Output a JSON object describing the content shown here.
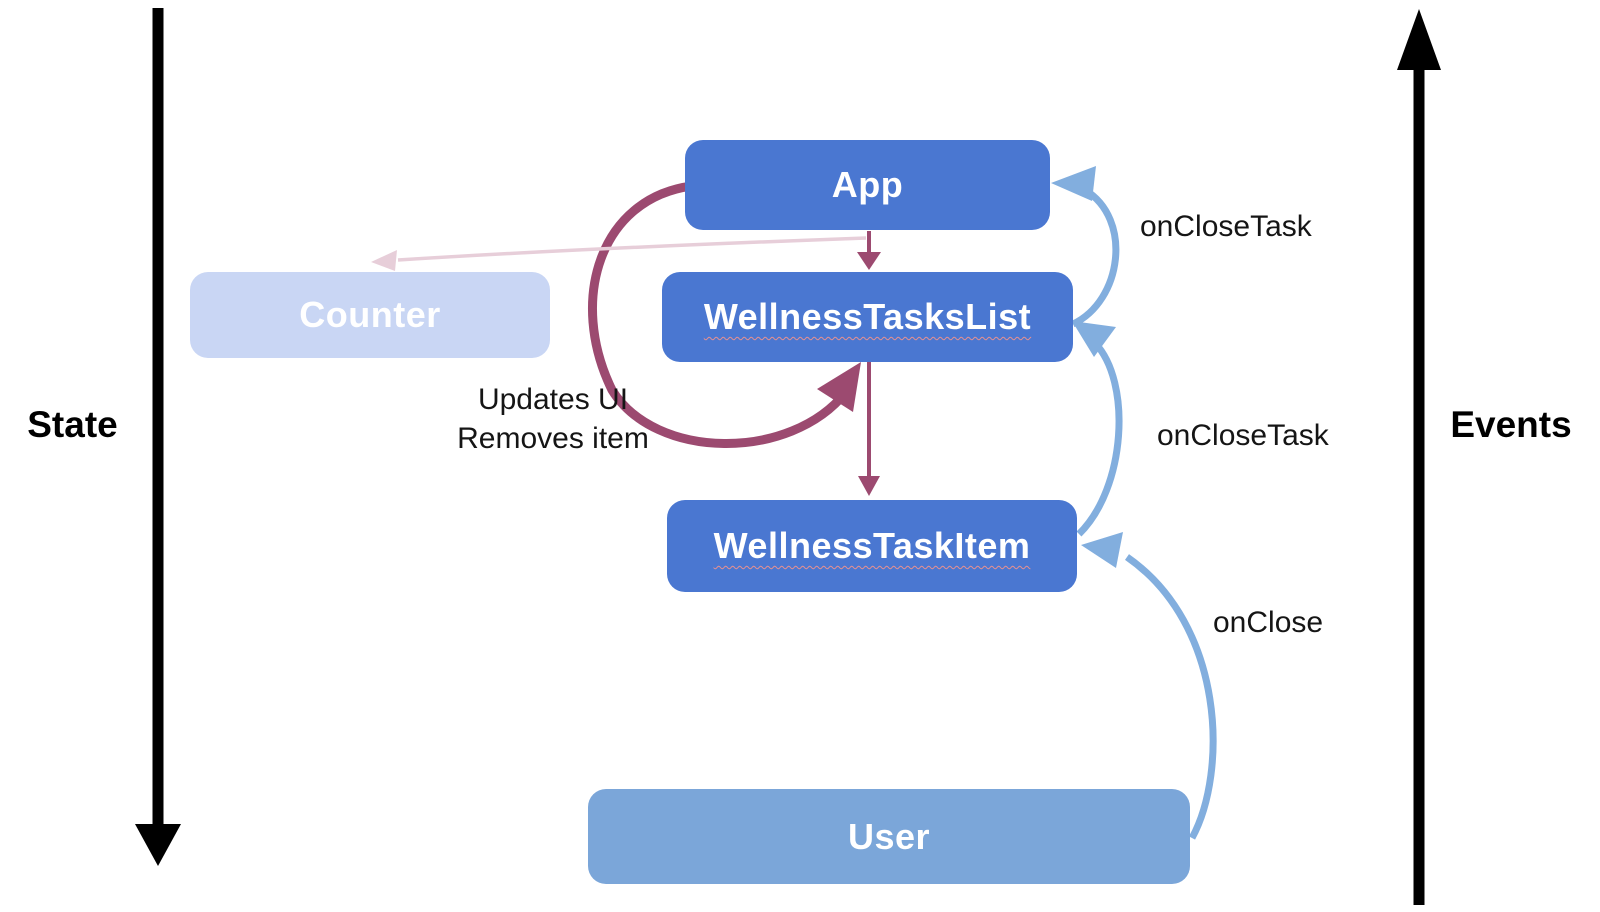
{
  "diagram": {
    "axis_left": {
      "label": "State"
    },
    "axis_right": {
      "label": "Events"
    },
    "nodes": {
      "app": {
        "label": "App"
      },
      "counter": {
        "label": "Counter"
      },
      "tasks_list": {
        "label": "WellnessTasksList"
      },
      "task_item": {
        "label": "WellnessTaskItem"
      },
      "user": {
        "label": "User"
      }
    },
    "edges": {
      "list_to_app": {
        "label": "onCloseTask"
      },
      "item_to_list": {
        "label": "onCloseTask"
      },
      "user_to_item": {
        "label": "onClose"
      },
      "state_loop": {
        "label_line1": "Updates UI",
        "label_line2": "Removes item"
      }
    },
    "colors": {
      "node_blue": "#4a77d1",
      "node_light_blue": "#c9d6f4",
      "node_user_blue": "#7ba6d9",
      "event_arrow_blue": "#82aede",
      "state_arrow_maroon": "#9c4a70",
      "faded_pink": "#e7ced9",
      "axis_black": "#000000",
      "node_text": "#ffffff",
      "label_text": "#151515",
      "spellcheck_underline": "#e89090"
    }
  }
}
